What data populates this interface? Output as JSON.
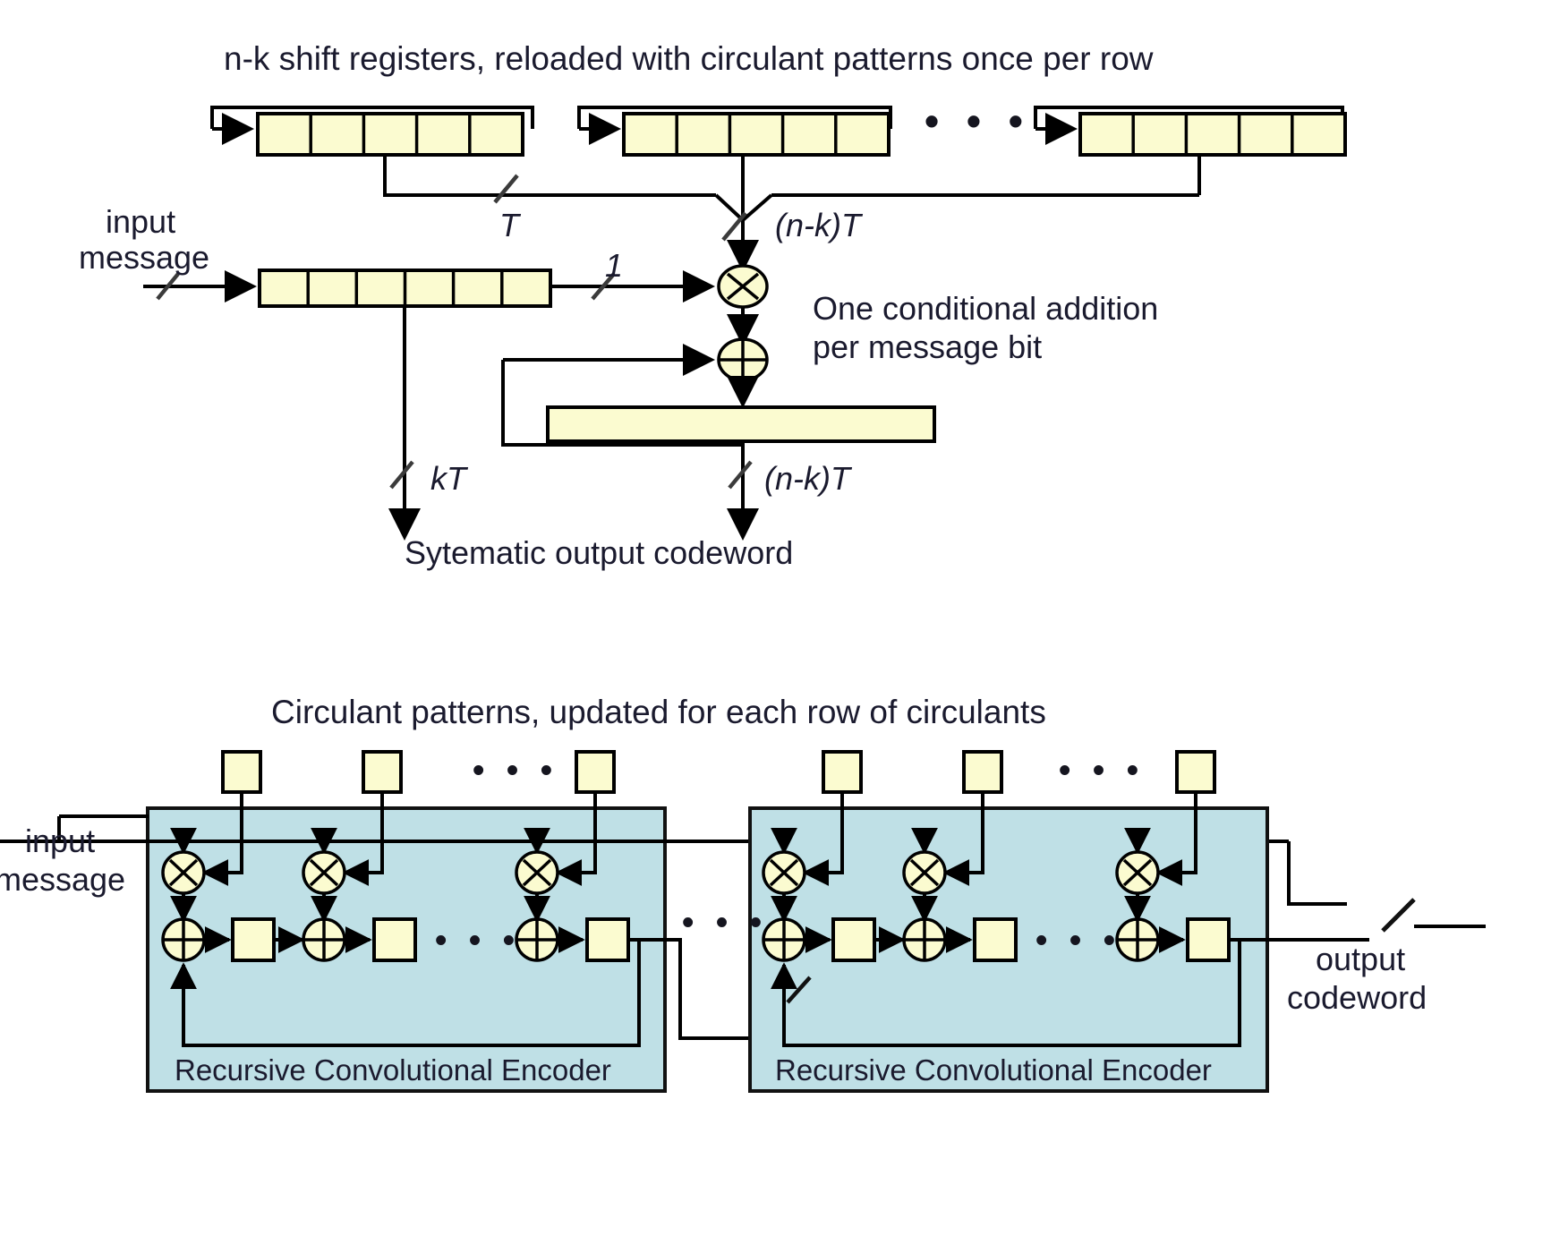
{
  "figure": {
    "top_diagram": {
      "title": "n-k shift registers, reloaded with circulant patterns once per row",
      "input_label_line1": "input",
      "input_label_line2": "message",
      "note_line1": "One conditional addition",
      "note_line2": "per message bit",
      "bus_T": "T",
      "bus_nkT_upper": "(n-k)T",
      "bus_kT": "kT",
      "bus_nkT_lower": "(n-k)T",
      "bus_one": "1",
      "output_caption": "Sytematic output codeword",
      "ellipsis": "• • •",
      "shift_register_cells": 5,
      "message_register_cells": 6,
      "shift_register_count_shown": 3
    },
    "bottom_diagram": {
      "title": "Circulant patterns, updated for each row of circulants",
      "input_label_line1": "input",
      "input_label_line2": "message",
      "output_label_line1": "output",
      "output_label_line2": "codeword",
      "encoder_label_left": "Recursive Convolutional Encoder",
      "encoder_label_right": "Recursive Convolutional Encoder",
      "ellipsis": "• • •",
      "taps_per_encoder_shown": 3,
      "encoders_shown": 2
    },
    "colors": {
      "register_fill": "#fbfbd0",
      "encoder_fill": "#bfe0e6",
      "stroke": "#000000",
      "text": "#1a1a2e",
      "background": "#ffffff"
    }
  }
}
